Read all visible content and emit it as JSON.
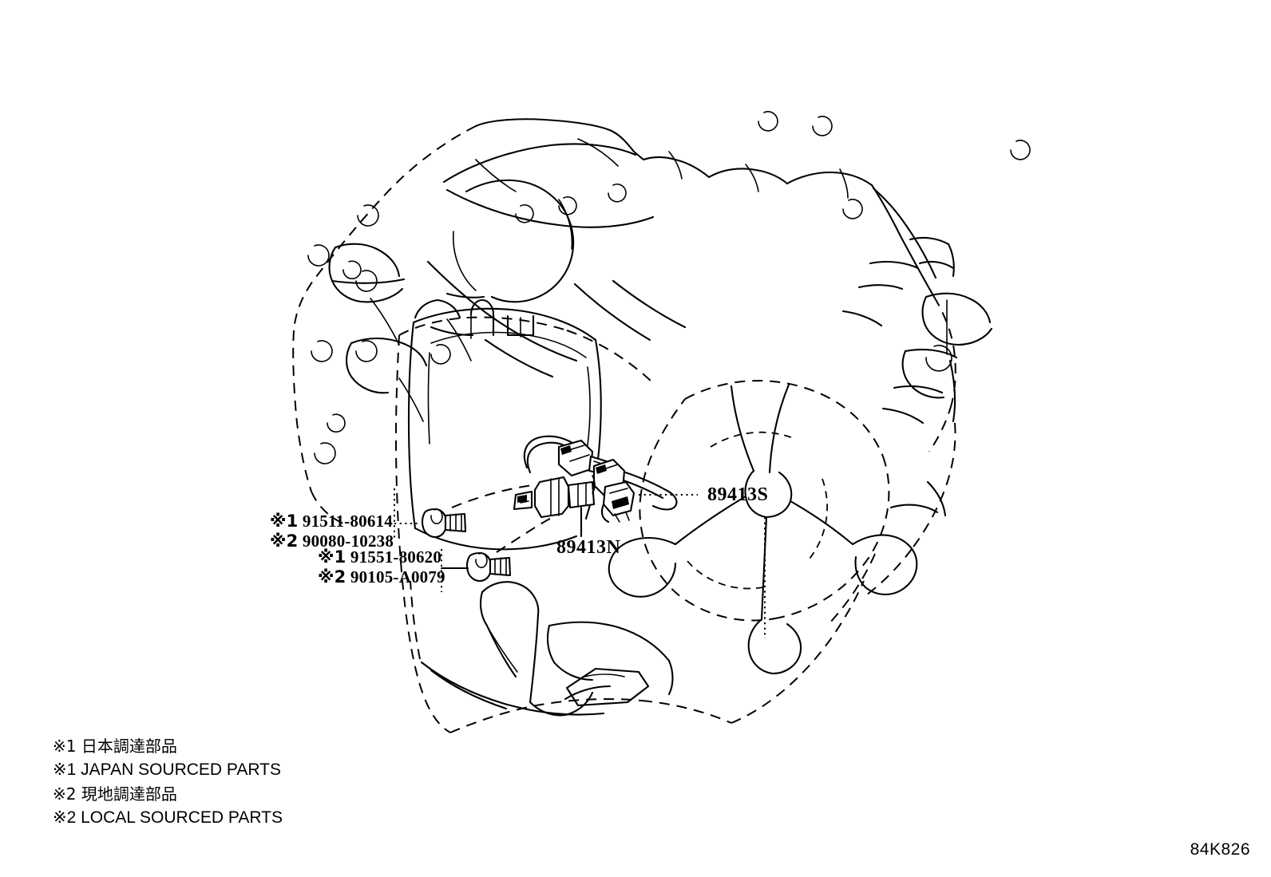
{
  "diagram": {
    "title": "Transmission case speed sensor mounting diagram",
    "sheet_code": "84K826",
    "line_color": "#000000",
    "background_color": "#ffffff"
  },
  "callouts": [
    {
      "id": "sensor-speed-s",
      "text": "89413S",
      "leader": "dotted-horizontal"
    },
    {
      "id": "sensor-speed-n",
      "text": "89413N",
      "leader": "solid-vertical"
    }
  ],
  "part_labels": [
    {
      "id": "bolt-upper",
      "lines": [
        {
          "mark": "※1",
          "number": "91511-80614"
        },
        {
          "mark": "※2",
          "number": "90080-10238"
        }
      ],
      "leader": "dotted-horizontal-to-bolt"
    },
    {
      "id": "bolt-lower",
      "lines": [
        {
          "mark": "※1",
          "number": "91551-80620"
        },
        {
          "mark": "※2",
          "number": "90105-A0079"
        }
      ],
      "leader": "solid-horizontal-to-bolt"
    }
  ],
  "legend": {
    "lines": [
      "※1 日本調達部品",
      "※1 JAPAN SOURCED PARTS",
      "※2 現地調達部品",
      "※2 LOCAL SOURCED PARTS"
    ]
  }
}
